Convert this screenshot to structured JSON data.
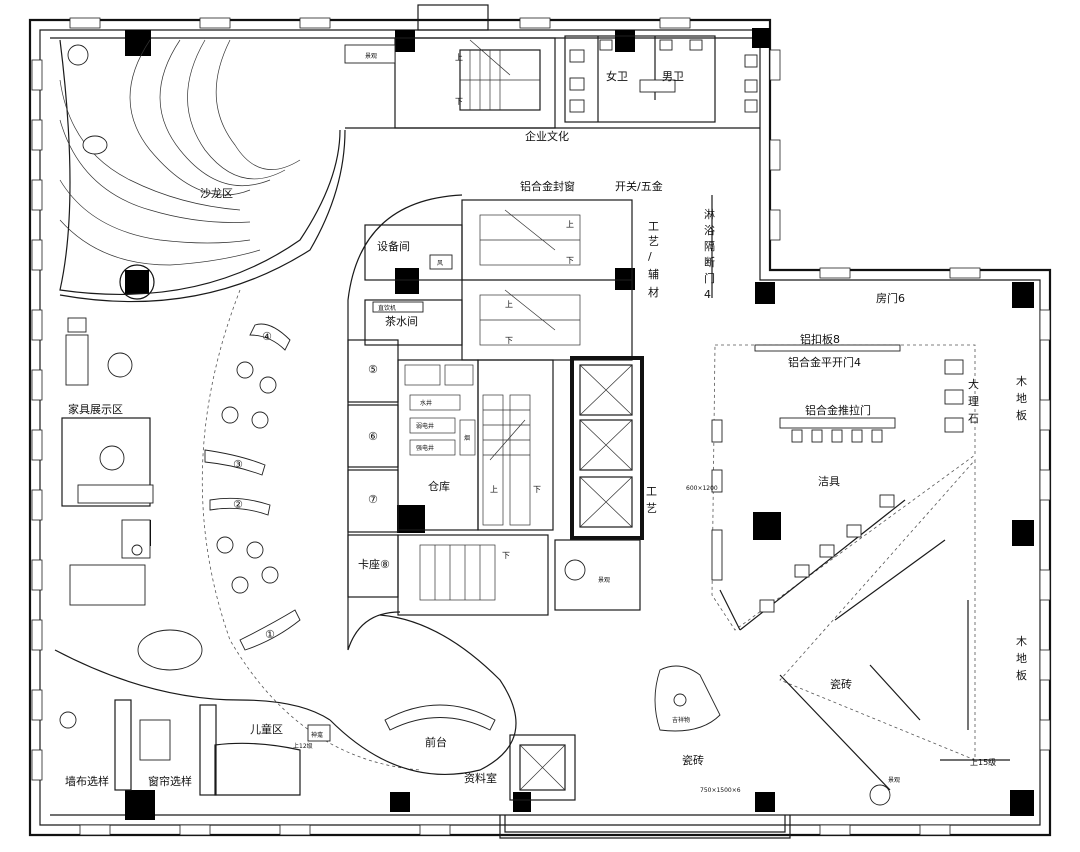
{
  "labels": {
    "salon": "沙龙区",
    "corporate_culture": "企业文化",
    "aluminum_window": "铝合金封窗",
    "switch_hardware": "开关/五金",
    "female_wc": "女卫",
    "male_wc": "男卫",
    "landscape_top": "景观",
    "equipment_room": "设备间",
    "tea_room": "茶水间",
    "water_dispenser": "直饮机",
    "craft_auxiliary": "工艺/辅材",
    "shower_partition": "淋浴隔断门4",
    "room_door": "房门6",
    "aluminum_ceiling": "铝扣板8",
    "aluminum_swing_door": "铝合金平开门4",
    "marble": "大理石",
    "wood_floor_1": "木地板",
    "wood_floor_2": "木地板",
    "aluminum_sliding_door": "铝合金推拉门",
    "sanitary": "洁具",
    "furniture_display": "家具展示区",
    "warehouse": "仓库",
    "craft": "工艺",
    "booth_8": "卡座⑧",
    "landscape_mid": "景观",
    "tile_1": "瓷砖",
    "tile_2": "瓷砖",
    "front_desk": "前台",
    "kids_area": "儿童区",
    "info_room": "资料室",
    "wallcloth": "墙布选样",
    "curtain": "窗帘选样",
    "up_15": "上15级",
    "up_12": "上12级",
    "landscape_bottom": "景观",
    "tile_size": "750×1500×6",
    "tile_600": "600×1200",
    "up": "上",
    "down": "下",
    "wind": "风",
    "booth_5": "⑤",
    "booth_6": "⑥",
    "booth_7": "⑦",
    "sofa_1": "①",
    "sofa_2": "②",
    "sofa_3": "③",
    "sofa_4": "④",
    "mascot": "吉祥物",
    "water_well": "水井",
    "weak_well": "弱电井",
    "strong_well": "强电井",
    "smoke": "烟",
    "sign": "神龛"
  }
}
